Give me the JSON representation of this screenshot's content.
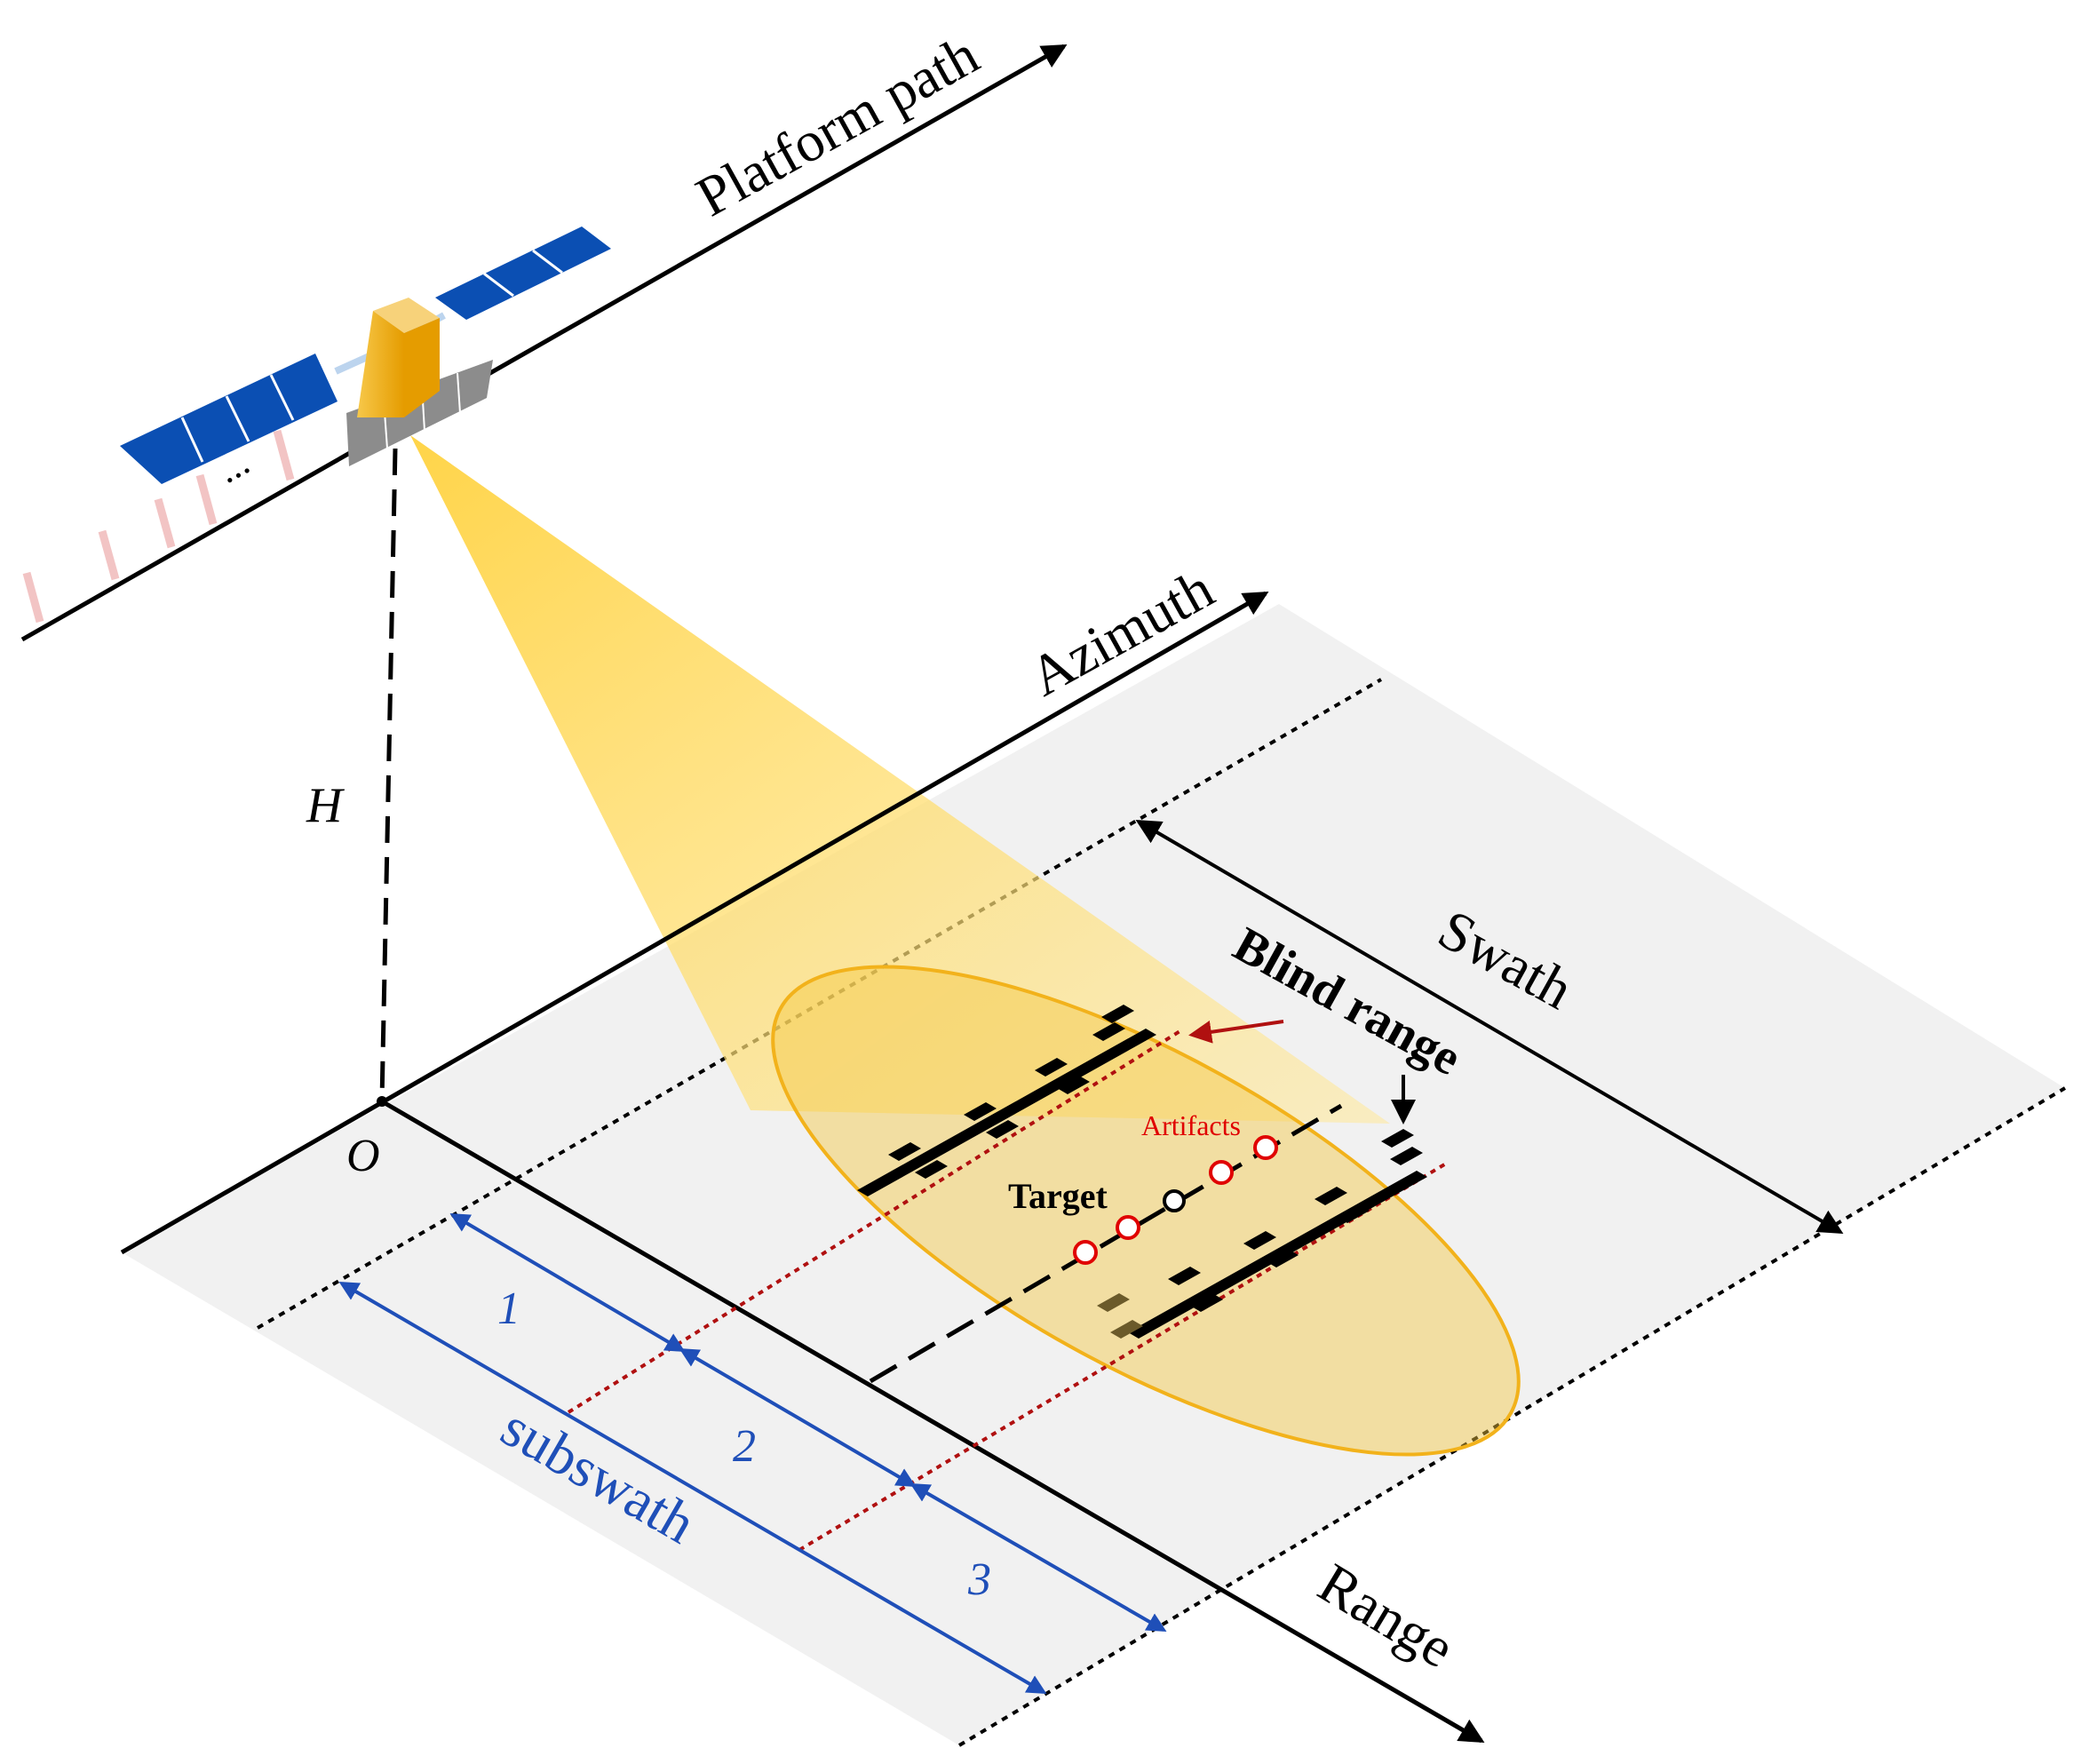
{
  "labels": {
    "platform_path": "Platform path",
    "azimuth": "Azimuth",
    "swath": "Swath",
    "blind_range": "Blind range",
    "artifacts": "Artifacts",
    "target": "Target",
    "height": "H",
    "origin": "O",
    "range": "Range",
    "subswath": "subswath",
    "subswath_1": "1",
    "subswath_2": "2",
    "subswath_3": "3",
    "ellipsis": "..."
  },
  "colors": {
    "beam": "#ffd23f",
    "footprint": "#f2b21b",
    "ground": "#f1f1f1",
    "solar_panel": "#0b4fb3",
    "satellite_body": "#f4b400",
    "antenna": "#8c8c8c",
    "subswath_arrow": "#1f4fb8",
    "artifact": "#e00000",
    "dotted_red": "#b01010",
    "blind_arrow": "#b01010"
  },
  "icons": {
    "satellite": "satellite-icon",
    "target_marker": "target-circle-icon",
    "artifact_marker": "artifact-circle-icon"
  }
}
